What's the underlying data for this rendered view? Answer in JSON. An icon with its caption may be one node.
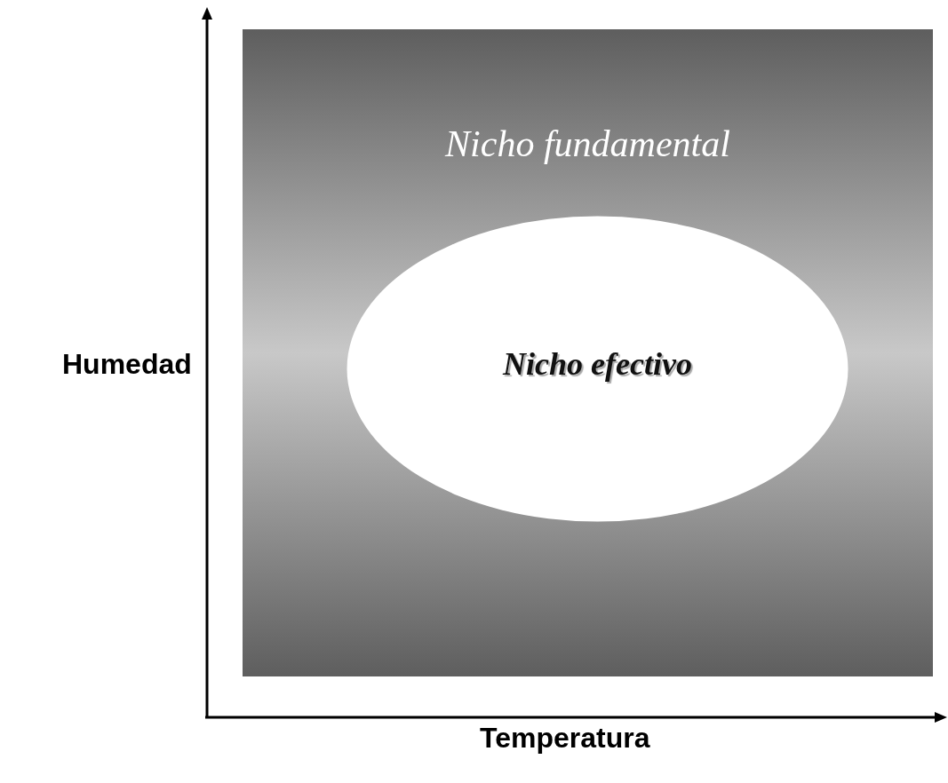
{
  "diagram": {
    "nodes": [
      {
        "text": [
          "Nicho fundamental"
        ]
      },
      {
        "text": [
          "Nicho efectivo"
        ],
        "in": 0
      }
    ],
    "labels": [
      "Humedad",
      "Temperatura"
    ]
  }
}
